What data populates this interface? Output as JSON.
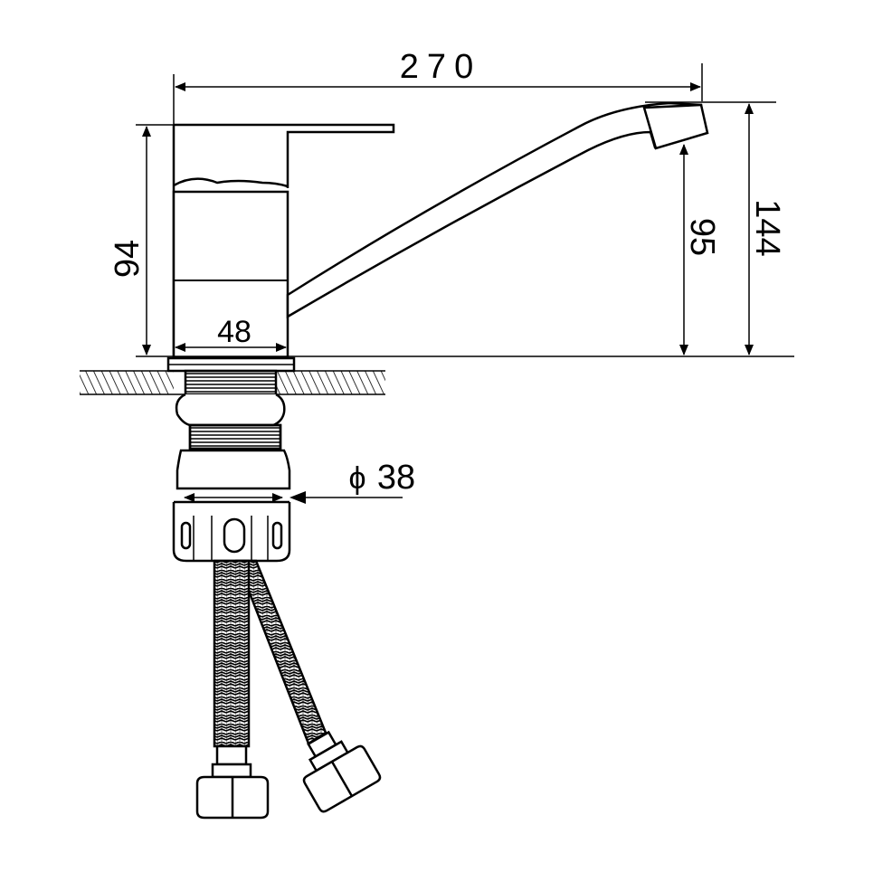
{
  "dimensions": {
    "total_length": "270",
    "body_height": "94",
    "body_width": "48",
    "spout_height": "95",
    "total_height": "144",
    "diameter_symbol": "ϕ",
    "base_diameter": "38"
  }
}
